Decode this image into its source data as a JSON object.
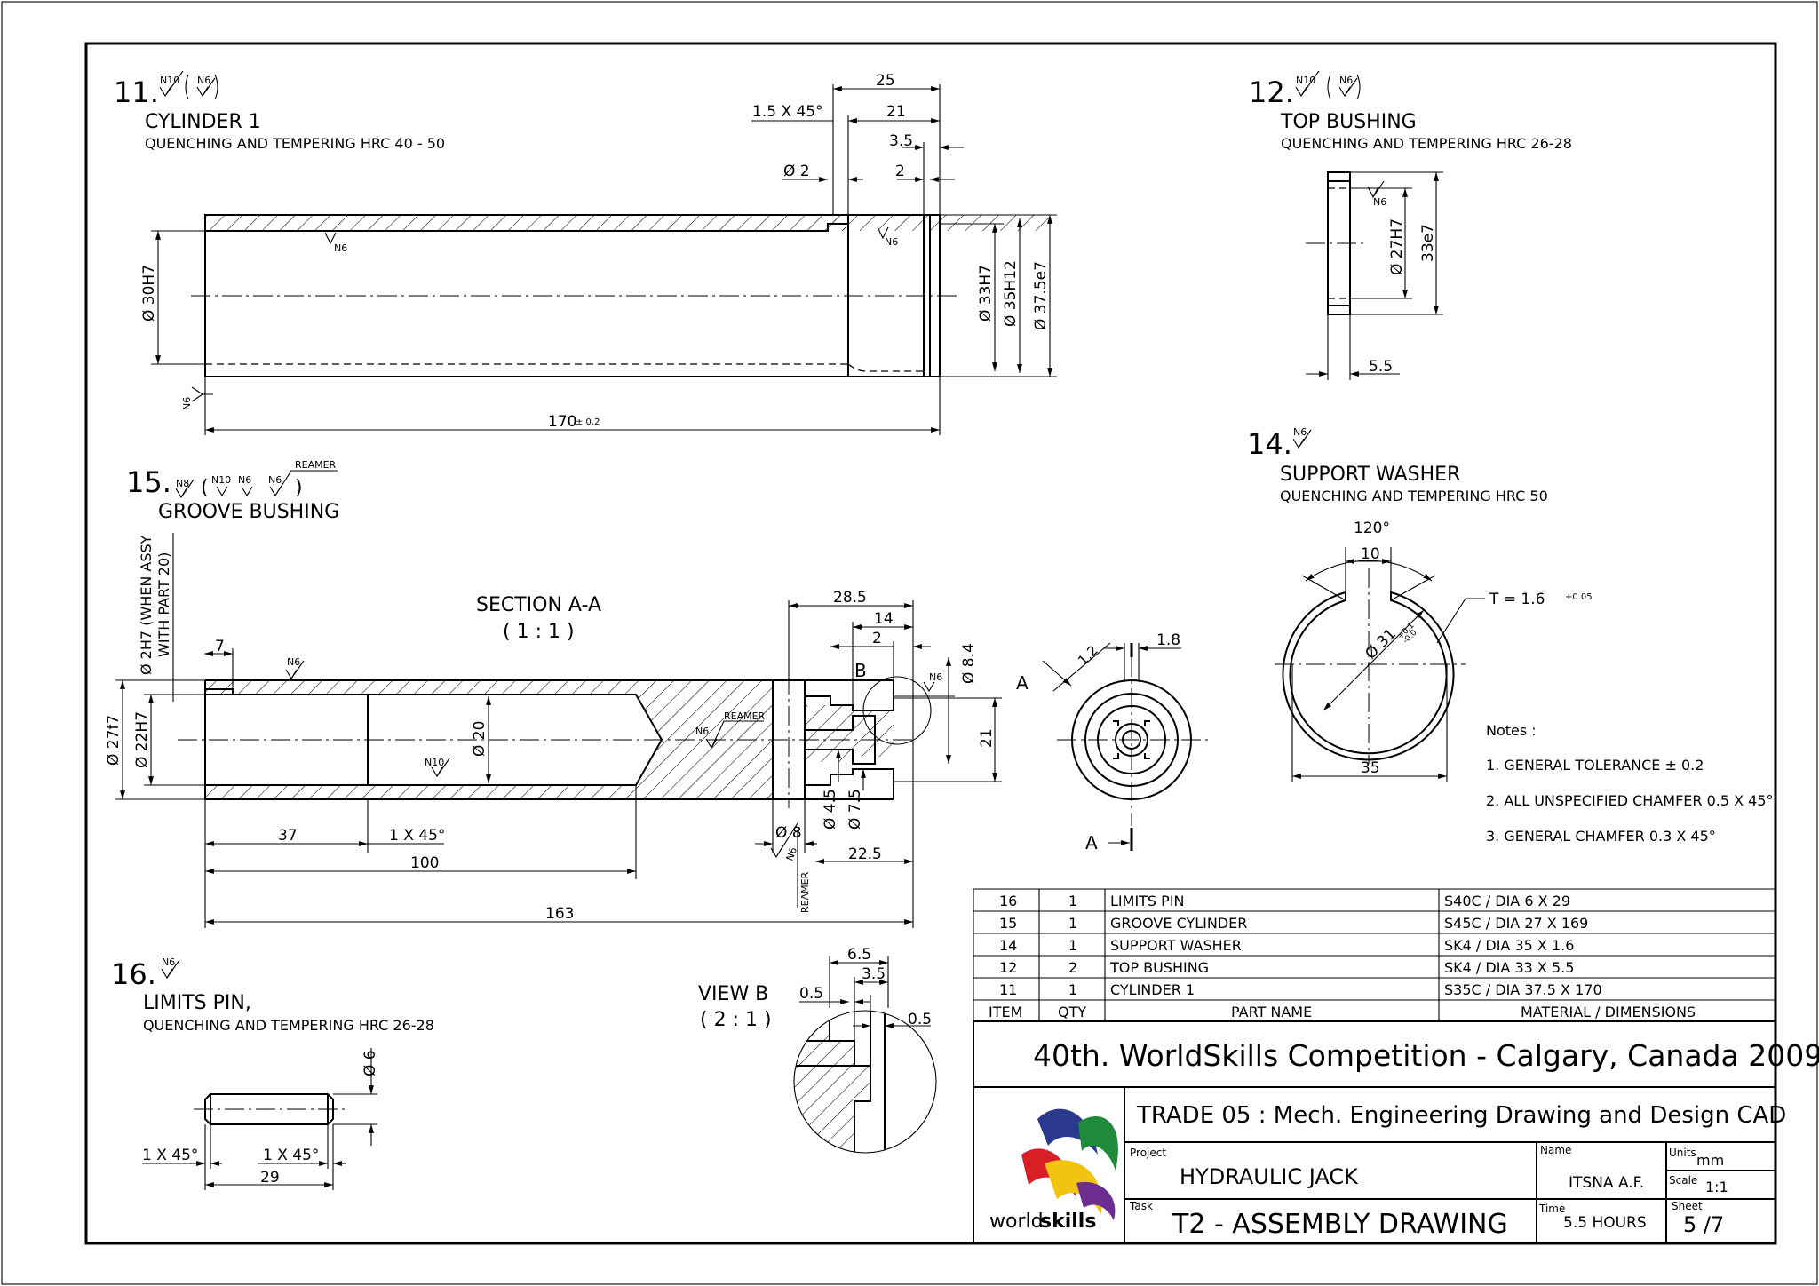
{
  "title_block": {
    "competition": "40th. WorldSkills Competition - Calgary, Canada 2009",
    "trade": "TRADE 05 : Mech. Engineering Drawing and Design CAD",
    "project_label": "Project",
    "project": "HYDRAULIC JACK",
    "name_label": "Name",
    "name": "ITSNA A.F.",
    "units_label": "Units",
    "units": "mm",
    "scale_label": "Scale",
    "scale": "1:1",
    "task_label": "Task",
    "task": "T2 - ASSEMBLY DRAWING",
    "time_label": "Time",
    "time": "5.5 HOURS",
    "sheet_label": "Sheet",
    "sheet": "5 /7",
    "logo_text_a": "world",
    "logo_text_b": "skills"
  },
  "parts_list": {
    "headers": [
      "ITEM",
      "QTY",
      "PART NAME",
      "MATERIAL / DIMENSIONS"
    ],
    "rows": [
      [
        "16",
        "1",
        "LIMITS PIN",
        "S40C / DIA 6 X 29"
      ],
      [
        "15",
        "1",
        "GROOVE CYLINDER",
        "S45C /  DIA 27 X 169"
      ],
      [
        "14",
        "1",
        "SUPPORT WASHER",
        "SK4 /  DIA 35 X 1.6"
      ],
      [
        "12",
        "2",
        "TOP BUSHING",
        "SK4 / DIA 33 X 5.5"
      ],
      [
        "11",
        "1",
        "CYLINDER 1",
        "S35C / DIA 37.5 X 170"
      ]
    ]
  },
  "notes": {
    "title": "Notes :",
    "items": [
      "1. GENERAL TOLERANCE ± 0.2",
      "2.  ALL UNSPECIFIED CHAMFER 0.5 X 45°",
      "3. GENERAL CHAMFER 0.3 X 45°"
    ]
  },
  "parts": {
    "p11": {
      "num": "11.",
      "name": "CYLINDER 1",
      "spec": "QUENCHING AND TEMPERING HRC 40 - 50"
    },
    "p12": {
      "num": "12.",
      "name": "TOP BUSHING",
      "spec": "QUENCHING AND TEMPERING HRC 26-28"
    },
    "p14": {
      "num": "14.",
      "name": "SUPPORT WASHER",
      "spec": "QUENCHING AND TEMPERING HRC 50"
    },
    "p15": {
      "num": "15.",
      "name": "GROOVE BUSHING",
      "section": "SECTION A-A",
      "section_scale": "( 1 : 1 )"
    },
    "p16": {
      "num": "16.",
      "name": "LIMITS PIN,",
      "spec": "QUENCHING AND TEMPERING HRC 26-28"
    },
    "viewb": {
      "title": "VIEW B",
      "scale": "( 2 : 1 )"
    }
  },
  "symbols": {
    "n10": "N10",
    "n6": "N6",
    "n8": "N8",
    "reamer": "REAMER"
  },
  "dims": {
    "p11": {
      "d25": "25",
      "d1545": "1.5 X 45°",
      "d21": "21",
      "d35": "3.5",
      "dia2": "Ø 2",
      "d2": "2",
      "dia30": "Ø 30H7",
      "dia33": "Ø 33H7",
      "dia35": "Ø 35H12",
      "dia375": "Ø 37.5e7",
      "len": "170",
      "len_tol": "± 0.2"
    },
    "p12": {
      "dia27": "Ø 27H7",
      "dia33": "33e7",
      "w": "5.5"
    },
    "p14": {
      "angle": "120°",
      "slot": "10",
      "thk": "T = 1.6",
      "thk_tol": "+0.05",
      "dia": "Ø 31",
      "dia_tol_a": "+0.1",
      "dia_tol_b": "-0.0",
      "od": "35"
    },
    "p15": {
      "pin": "Ø 2H7 (WHEN ASSY",
      "pin2": "WITH PART 20)",
      "d7": "7",
      "dia27": "Ø 27f7",
      "dia22": "Ø 22H7",
      "dia20": "Ø 20",
      "d37": "37",
      "ch": "1 X 45°",
      "d100": "100",
      "d163": "163",
      "d285": "28.5",
      "d14": "14",
      "d2": "2",
      "dia84": "Ø 8.4",
      "d21": "21",
      "dia8": "Ø 8",
      "dia45": "Ø 4.5",
      "dia75": "Ø 7.5",
      "d225": "22.5",
      "b": "B",
      "a1": "A",
      "a2": "A",
      "d12": "1.2",
      "d18": "1.8"
    },
    "viewb": {
      "d65": "6.5",
      "d35": "3.5",
      "d05a": "0.5",
      "d05b": "0.5"
    },
    "p16": {
      "dia6": "Ø 6",
      "ch1": "1 X 45°",
      "ch2": "1 X 45°",
      "len": "29"
    }
  }
}
